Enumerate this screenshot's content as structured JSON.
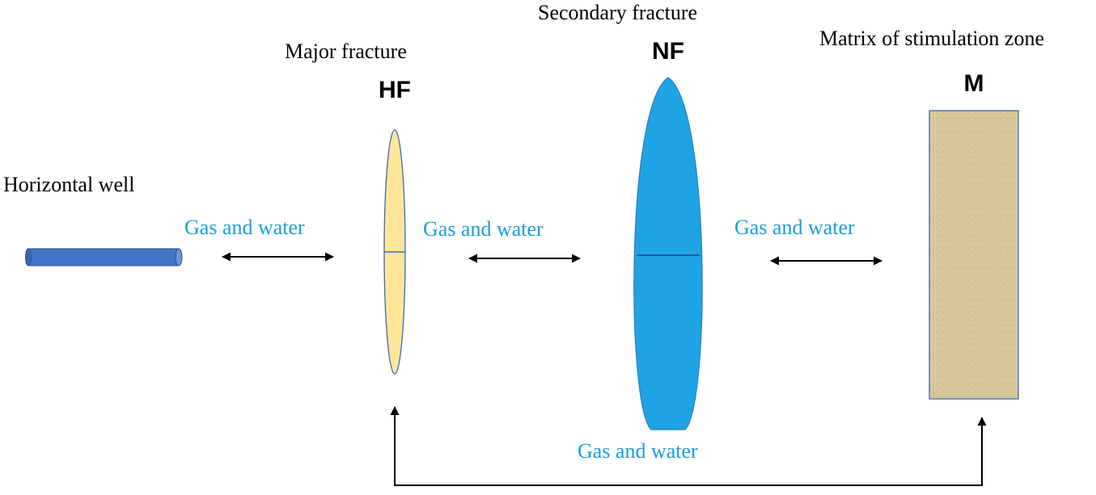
{
  "colors": {
    "flow_text": "#1a9ee0",
    "well": "#4472c4",
    "hf_fill": "#ffe699",
    "nf_fill": "#1ea4e4",
    "matrix_fill": "#d8c89a",
    "outline": "#3b6bb5",
    "arrow": "#000000"
  },
  "labels": {
    "horizontal_well": "Horizontal well",
    "major_fracture": "Major fracture",
    "hf": "HF",
    "secondary_fracture": "Secondary fracture",
    "nf": "NF",
    "matrix_zone": "Matrix of stimulation zone",
    "m": "M"
  },
  "flows": {
    "well_hf": "Gas and water",
    "hf_nf": "Gas and water",
    "nf_m": "Gas and water",
    "m_hf": "Gas and water"
  }
}
